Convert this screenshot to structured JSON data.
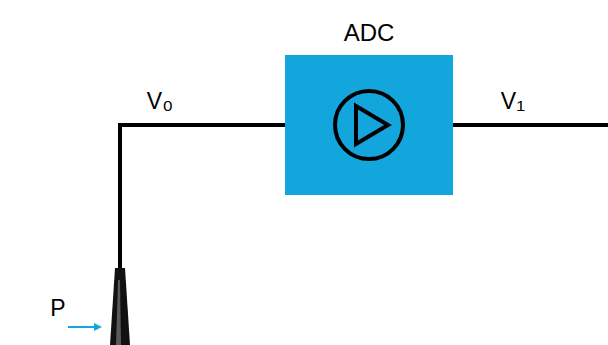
{
  "diagram": {
    "nodes": [
      {
        "text": [
          "ADC"
        ]
      }
    ],
    "labels": [
      "P",
      "V₀",
      "V₁"
    ]
  }
}
